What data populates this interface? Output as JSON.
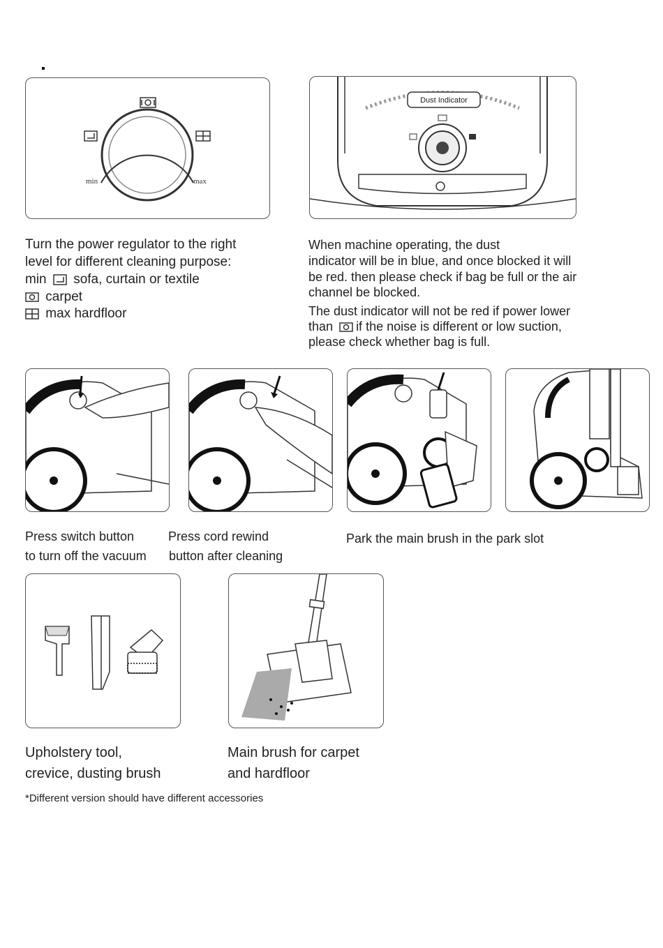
{
  "dial": {
    "min_label": "min",
    "max_label": "max"
  },
  "dust_panel": {
    "title": "Dust Indicator"
  },
  "regulator": {
    "line1": "Turn the power regulator to the right",
    "line2": "level for different cleaning purpose:",
    "min_prefix": "min",
    "min_text": "sofa, curtain or textile",
    "carpet_text": "carpet",
    "max_text": "max hardfloor"
  },
  "dust_text": {
    "line1": "When machine operating, the dust",
    "line2": "indicator will be in blue, and once blocked it will",
    "line3": "be red. then please check if bag be full or the air",
    "line4": "channel be blocked.",
    "line5": "The dust indicator will not be red if power lower",
    "line6_prefix": "than",
    "line6_suffix": "if the noise is different or low suction,",
    "line7": "please check whether bag is full."
  },
  "captions": {
    "switch_a": "Press switch button",
    "switch_b": "to turn off the vacuum",
    "rewind_a": "Press cord rewind",
    "rewind_b": "button after cleaning",
    "park": "Park the main brush in the park slot",
    "tools_a": "Upholstery tool,",
    "tools_b": "crevice, dusting brush",
    "brush_a": "Main brush for carpet",
    "brush_b": "and hardfloor"
  },
  "footnote": "*Different version should have different accessories"
}
